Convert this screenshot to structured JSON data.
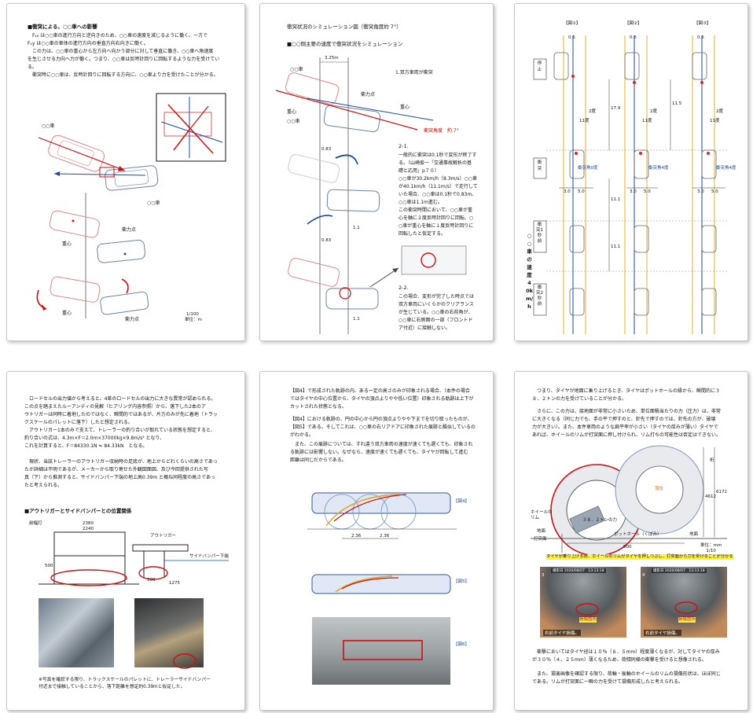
{
  "pages": {
    "p1": {
      "heading": "■衝突による、○○車への影響",
      "body": "　F₁₈ は○○車の進行方向と逆向きのため、○○車の速度を減じるように働く。一方で\nF₁y は○○車の車体の進行方向の垂直方向右向きに働く。\n　この力は、○○車の重心から左方向へ向かう部分に対して垂直に働き、○○車へ角速度\nを生じさせる力向へ力が働く。つまり、○○車は反時計回りに回転するような力を受けてい\nる。\n　衝突時に○○車は、反時計回りに回転する方向に、○○車より力を受けたことが分かる。",
      "car_label_1": "○○車",
      "car_label_2": "○○車",
      "juryoku": "重心",
      "shoutotsu": "衝力点",
      "juryoku_2": "重心",
      "shoutotsu_2": "衝力点",
      "page_number": "1/100",
      "page_sub": "単位：m"
    },
    "p2": {
      "title": "衝突状況のシミュレーション図（衝突角度約 7°）",
      "subtitle": "■○○側主要の速度で衝突状況をシミュレーション",
      "dim_width": "3.25m",
      "car_label": "○○車",
      "car_label_2": "○○車",
      "step1": "1.双方車両が衝突",
      "shoutotsu": "衝力点",
      "juryoku": "重心",
      "juryoku_2": "重心",
      "angle": "衝突角度　約 7°",
      "step2_num": "2-1.",
      "step2": "一般的に衝突は0.1秒で変形が終了す\nる。（山崎俊一「交通事故解析の基\n礎と応用」p７０）\n○○車が30.2km/h（8.3m/s）○○車\nが40.1km/h（11.1m/s）で走行して\nいた場合、○○車は0.1秒で0.83m、\n○○車は1.1m進む。\nこの衝突時間において、○○車が重\n心を軸に２度反時計回りに回転、○\n○車が重心を軸に１度反時計回りに\n回転したと仮定する。",
      "step3_num": "2-2.",
      "step3": "この場合、変形が完了した時点では\n双方車両にいくらかのクリアランス\nが生じている。○○車の右前角が、\n○○車に右側面の一部（フロントド\nア付近）に接触しない。",
      "d1": "0.83",
      "d2": "1.1",
      "d3": "0.83",
      "d4": "1.1"
    },
    "p3": {
      "zu_labels": [
        "【図①】",
        "【図②】",
        "【図③】"
      ],
      "dims_top": [
        "0.6",
        "0.6",
        "0.6"
      ],
      "left_box_1": "停止",
      "left_box_2": "衝突",
      "left_box_3": "衝突1秒前",
      "left_box_4": "衝突2秒前",
      "side_text": "○○車の速度40km/h",
      "v_dims": [
        "17.9",
        "11.5",
        "11.1",
        "11.1"
      ],
      "angle_labels": [
        "2度",
        "2度",
        "2度"
      ],
      "deg_labels": [
        "11度",
        "11度",
        "11度"
      ],
      "car_angle_labels": [
        "衝突角0度",
        "衝突角4度",
        "衝突角4度"
      ],
      "h_dims": [
        "3.0",
        "5.0",
        "3.0",
        "5.0",
        "3.0",
        "5.0"
      ]
    },
    "p4": {
      "body1": "　ロードセルの出力値から考えると、4差のロードセルの出力に大きな異常が認められる。\nこの点を踏まえたルーアンディの見解（ヒアリング内容参照）から、落下した2本のア\nウトリガーは同時に着地したのではなく、瞬間的ではあるが、片方のみが先に着地（トラッ\nクスケールのパレットに落下）したと想定される。\n　アウトリガー1本のみで支えて、トレーラーの釣り合いが取れている状態を想定すると、\n釣り合いの式は、4.3m×F＝2.0m×37000kg×9.8m/s² となり、\nこれを計算すると、F＝84330.1N ≒ 84.33kN　となる。",
      "body2": "　現状、当該トレーラーのアウトリガー収納時の足底が、地上からどれくらいの高さであっ\nたか詳細は不明であるが、メーカーから取り寄せた外観図面図、及び今回提供された写\n真（下）から推測すると、サイドバンパー下端の地上高0.39m と概ね同程度の高さであっ\nたと考えられる。",
      "heading": "■アウトリガーとサイドバンパーとの位置関係",
      "label_front": "前幅灯",
      "dim_2380": "2380",
      "dim_2240": "2240",
      "label_outrigger": "アウトリガー",
      "label_bumper": "サイドバンパー下端",
      "dim_500": "500",
      "dim_390": "390",
      "dim_1275": "1275",
      "caption": "※写真を確認する限り、トラックスケールのパレットに、トレーラーサイドバンパー\n付近まで接触していることから、落下距離を想定約0.39mと仮定した。"
    },
    "p5": {
      "body1": "【図4】で形成された軌跡の内、ある一定の高さのみが印象される場合、（本件の場合\nではタイヤの中心位置から、タイヤの頂点よりやや低い位置）印象される軌跡は上下が\nカットされた状態となる。",
      "body2": "【図4】における軌跡の、円の中心から円の頂点よりやや下までを切り取ったものが、\n【図5】である。そしてこれは、○○車の右リアドアに印象された痕跡と酷似しているの\nがわかる。",
      "body3": "　また、この痕跡については、すれ違う双方車両の速度が速くても遅くても、印象され\nる軌跡には影響しない。なぜなら、速度が速くても遅くても、タイヤが回転して進む\n距離は同じだからである。",
      "fig4": "【図4】",
      "fig5": "【図5】",
      "fig6": "【図6】",
      "dim_a": "2.36",
      "dim_b": "2.36"
    },
    "p6": {
      "body1": "　つまり、タイヤが地面に乗り上げるとき、タイヤはポットホールの縁から、瞬間的に３\n８．２トンの力を受けていることが分かる。",
      "body2": "　さらに、この力は、接地面が非常に小さいため、単位面積当たりの力（圧力）は、非常\nに大きくなる（同じ力でも、手の平で押すのと、針先で押すのでは、針先の方が、破壊\n力が大きい）。また、本件車両のような扁平率が小さい（タイヤの厚みが薄い）タイヤで\nあれば、ホイールのリムが打突面に押し付けられ、リム打ちの可能性は否定はできない。",
      "label_center": "頂位",
      "label_wheel_rim": "ホイールの\nリム",
      "label_ground": "地面",
      "label_impact": "打突面",
      "label_force": "３８．２トンの力",
      "label_pothole": "ポットホール（くぼみ）",
      "label_ground2": "地面",
      "dim_800": "800",
      "dim_6172": "6172",
      "dim_4612": "4612",
      "dim_top": "桁",
      "scale": "単位：mm\n1/10",
      "highlight": "タイヤが乗り上げる際、ホイールのリムがタイヤを押しつぶし、打突面から力を受けることが分かる",
      "photo1_date": "撮影日 2020/08/07　13:13:18",
      "photo2_date": "撮影日 2020/08/07　13:13:18",
      "photo1_num": "3",
      "photo2_num": "4",
      "photo1_tag": "損傷箇所",
      "photo2_tag": "損傷箇所",
      "photo1_cap": "右前タイヤ損傷。",
      "photo2_cap": "右前タイヤ損傷。",
      "body3": "　衝撃においてはタイヤ径は１０％（８．５mm）程度薄くなるが、対してタイヤの厚み\nが３０％（４．２５mm）薄くなるため、荷傾同様の衝撃を受けると想像される。",
      "body4": "　また、損害画像を確認する限り、荷輪・後輪のホイールのリムの損傷形状は、ほぼ同じ\nである。リムが打突面に一瞬の力を受けて損傷形成したと考えられる。"
    }
  },
  "colors": {
    "accent_red": "#cc1111",
    "accent_blue": "#1a4aa0",
    "highlight": "#ffef40",
    "road_yellow": "#e0b020"
  }
}
